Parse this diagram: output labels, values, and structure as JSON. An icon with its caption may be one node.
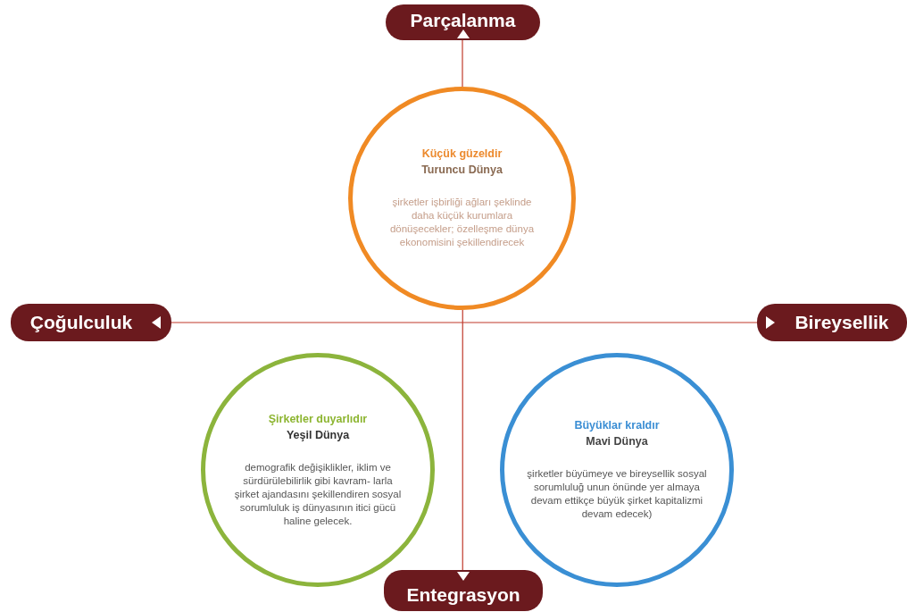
{
  "diagram": {
    "nodes": [
      {
        "text": [
          "Parçalanma"
        ]
      },
      {
        "text": [
          "Küçük güzeldir",
          "Turuncu Dünya",
          "şirketler işbirliği ağları şeklinde daha küçük kurumlara dönüşecekler; özelleşme dünya ekonomisini şekillendirecek"
        ]
      },
      {
        "text": [
          "Çoğulculuk"
        ]
      },
      {
        "text": [
          "Bireysellik"
        ]
      },
      {
        "text": [
          "Şirketler duyarlıdır",
          "Yeşil Dünya",
          "demografik değişiklikler, iklim ve sürdürülebilirlik gibi kavram- larla şirket ajandasını şekillendiren sosyal sorumluluk iş dünyasının itici gücü haline gelecek."
        ]
      },
      {
        "text": [
          "Büyüklar kraldır",
          "Mavi Dünya",
          "şirketler büyümeye ve bireysellik sosyal sorumluluğ unun önünde yer almaya devam ettikçe büyük şirket kapitalizmi devam edecek)"
        ]
      },
      {
        "text": [
          "Entegrasyon"
        ]
      }
    ],
    "edges": [
      {
        "from": 0,
        "to": 1,
        "arrow": "none"
      },
      {
        "from": 1,
        "to": 6,
        "arrow": "none"
      },
      {
        "from": 2,
        "to": 3,
        "arrow": "none"
      }
    ]
  }
}
